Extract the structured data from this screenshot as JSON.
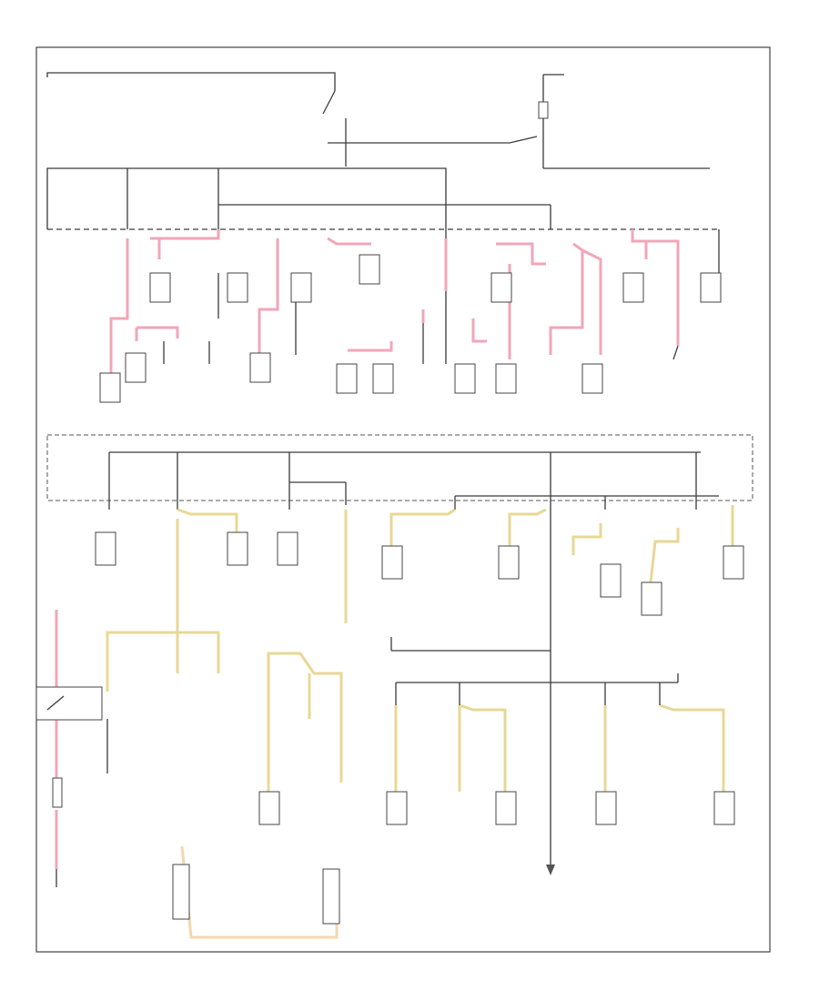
{
  "colors": {
    "wire_default": "#3a3a3a",
    "wire_pink": "#f2a6b8",
    "wire_yellow": "#e8d896",
    "wire_peach": "#f3d7ae",
    "background": "#ffffff"
  },
  "diagram": {
    "type": "automotive-wiring-schematic",
    "sections": [
      "upper-fuse-block",
      "lower-fuse-block"
    ],
    "labels": {
      "footer_tag": "",
      "top_right_note": ""
    }
  }
}
